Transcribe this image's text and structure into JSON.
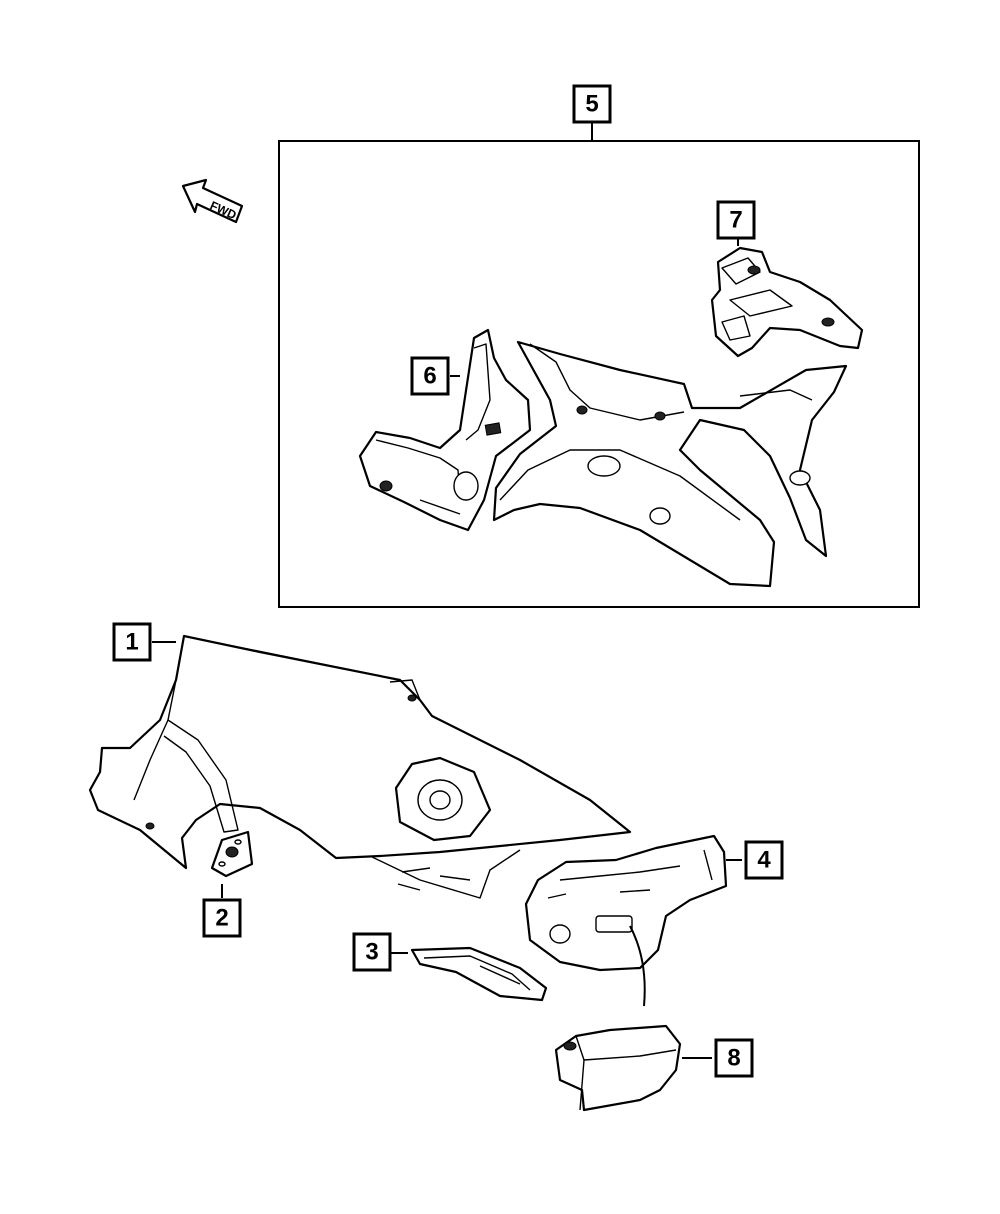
{
  "callouts": [
    {
      "id": "1",
      "label": "1"
    },
    {
      "id": "2",
      "label": "2"
    },
    {
      "id": "3",
      "label": "3"
    },
    {
      "id": "4",
      "label": "4"
    },
    {
      "id": "5",
      "label": "5"
    },
    {
      "id": "6",
      "label": "6"
    },
    {
      "id": "7",
      "label": "7"
    },
    {
      "id": "8",
      "label": "8"
    }
  ],
  "direction_indicator": {
    "label": "FWD",
    "icon": "forward-arrow-icon"
  },
  "colors": {
    "line": "#000000",
    "background": "#ffffff"
  }
}
